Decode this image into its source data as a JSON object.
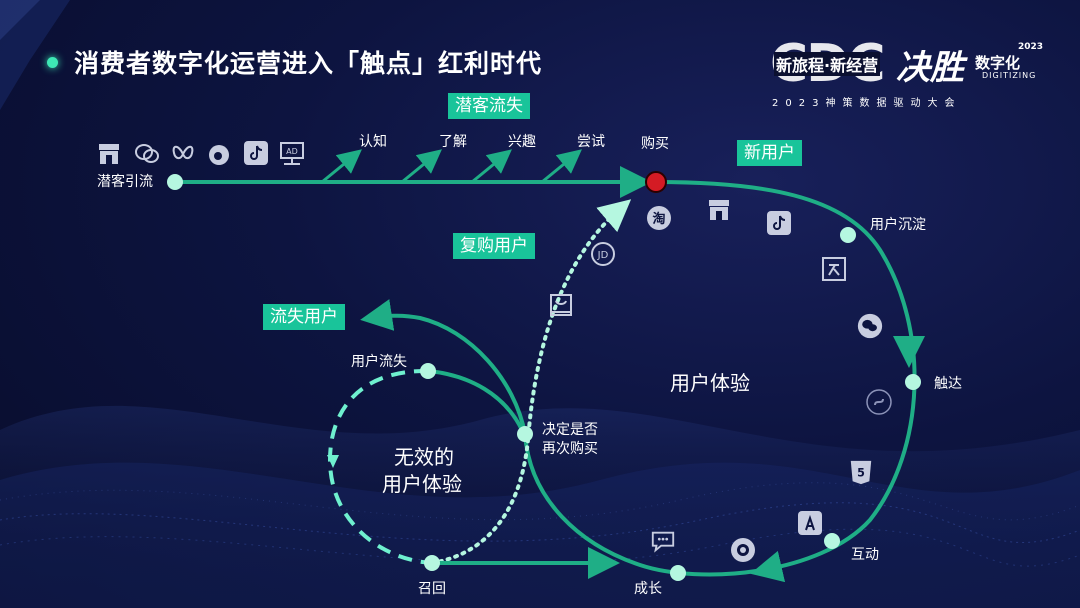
{
  "title": "消费者数字化运营进入「触点」红利时代",
  "logo": {
    "big": "CDC",
    "sub": "新旅程·新经营",
    "script": "决胜",
    "cn": "数字化",
    "year": "2023",
    "digitizing": "DIGITIZING",
    "tagline": "2023神策数据驱动大会"
  },
  "tags": {
    "potential_loss": "潜客流失",
    "new_user": "新用户",
    "repurchase": "复购用户",
    "lost_user": "流失用户"
  },
  "funnel_labels": [
    "认知",
    "了解",
    "兴趣",
    "尝试"
  ],
  "labels": {
    "lead": "潜客引流",
    "purchase": "购买",
    "settle": "用户沉淀",
    "reach": "触达",
    "interact": "互动",
    "grow": "成长",
    "recall": "召回",
    "churn": "用户流失",
    "decide_line1": "决定是否",
    "decide_line2": "再次购买",
    "experience": "用户体验",
    "invalid_line1": "无效的",
    "invalid_line2": "用户体验"
  },
  "top_icons": [
    "store-icon",
    "wechat-icon",
    "butterfly-icon",
    "weibo-icon",
    "tiktok-icon",
    "ad-icon"
  ],
  "inner_icons": [
    "taobao-icon",
    "store-icon",
    "tiktok-icon",
    "jd-icon",
    "bag-icon",
    "miniapp-icon",
    "wechat-icon",
    "link-icon",
    "html5-icon",
    "appstore-icon",
    "camera-icon",
    "chat-icon"
  ],
  "colors": {
    "accent": "#19c49a",
    "line": "#1fae86",
    "node": "#b5f7e0",
    "purchase_dot": "#d41b24",
    "background": "#0b1030"
  }
}
